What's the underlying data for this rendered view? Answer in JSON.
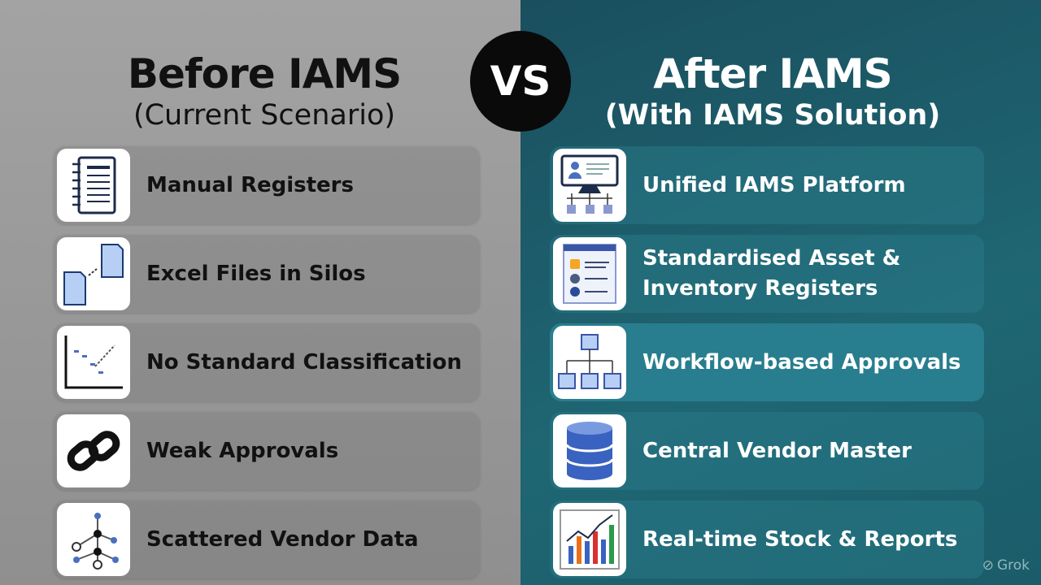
{
  "before": {
    "title": "Before IAMS",
    "subtitle": "(Current Scenario)",
    "items": [
      {
        "label": "Manual Registers",
        "icon": "notebook-icon"
      },
      {
        "label": "Excel Files in Silos",
        "icon": "files-icon"
      },
      {
        "label": "No Standard Classification",
        "icon": "scatter-trend-icon"
      },
      {
        "label": "Weak Approvals",
        "icon": "chain-link-icon"
      },
      {
        "label": "Scattered Vendor Data",
        "icon": "network-nodes-icon"
      }
    ]
  },
  "vs_label": "VS",
  "after": {
    "title": "After IAMS",
    "subtitle": "(With IAMS Solution)",
    "items": [
      {
        "label": "Unified IAMS Platform",
        "icon": "monitor-network-icon"
      },
      {
        "label": "Standardised Asset & Inventory Registers",
        "icon": "checklist-icon"
      },
      {
        "label": "Workflow-based Approvals",
        "icon": "org-chart-icon"
      },
      {
        "label": "Central Vendor Master",
        "icon": "database-icon"
      },
      {
        "label": "Real-time Stock & Reports",
        "icon": "bar-chart-icon"
      }
    ]
  },
  "watermark": "Grok",
  "colors": {
    "left_bg": "#9a9a9a",
    "right_bg": "#1d5f6e",
    "highlight": "#287e8e",
    "icon_blue": "#4a6fbf"
  }
}
